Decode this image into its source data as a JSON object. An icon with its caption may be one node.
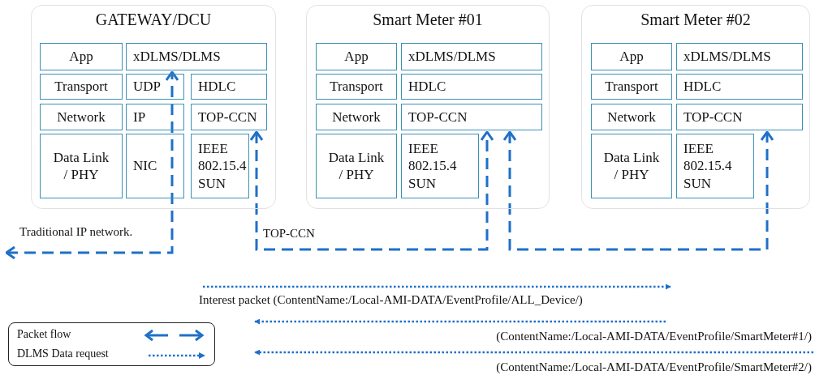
{
  "diagram": {
    "nodes": [
      {
        "text": [
          "GATEWAY/DCU"
        ]
      },
      {
        "text": [
          "App"
        ],
        "in": 0
      },
      {
        "text": [
          "xDLMS/DLMS"
        ],
        "in": 0
      },
      {
        "text": [
          "Transport"
        ],
        "in": 0
      },
      {
        "text": [
          "UDP"
        ],
        "in": 0
      },
      {
        "text": [
          "HDLC"
        ],
        "in": 0
      },
      {
        "text": [
          "Network"
        ],
        "in": 0
      },
      {
        "text": [
          "IP"
        ],
        "in": 0
      },
      {
        "text": [
          "TOP-CCN"
        ],
        "in": 0
      },
      {
        "text": [
          "Data Link / PHY"
        ],
        "in": 0
      },
      {
        "text": [
          "NIC"
        ],
        "in": 0
      },
      {
        "text": [
          "IEEE 802.15.4 SUN"
        ],
        "in": 0
      },
      {
        "text": [
          "Smart Meter #01"
        ]
      },
      {
        "text": [
          "App"
        ],
        "in": 12
      },
      {
        "text": [
          "xDLMS/DLMS"
        ],
        "in": 12
      },
      {
        "text": [
          "Transport"
        ],
        "in": 12
      },
      {
        "text": [
          "HDLC"
        ],
        "in": 12
      },
      {
        "text": [
          "Network"
        ],
        "in": 12
      },
      {
        "text": [
          "TOP-CCN"
        ],
        "in": 12
      },
      {
        "text": [
          "Data Link / PHY"
        ],
        "in": 12
      },
      {
        "text": [
          "IEEE 802.15.4 SUN"
        ],
        "in": 12
      },
      {
        "text": [
          "Smart Meter #02"
        ]
      },
      {
        "text": [
          "App"
        ],
        "in": 21
      },
      {
        "text": [
          "xDLMS/DLMS"
        ],
        "in": 21
      },
      {
        "text": [
          "Transport"
        ],
        "in": 21
      },
      {
        "text": [
          "HDLC"
        ],
        "in": 21
      },
      {
        "text": [
          "Network"
        ],
        "in": 21
      },
      {
        "text": [
          "TOP-CCN"
        ],
        "in": 21
      },
      {
        "text": [
          "Data Link / PHY"
        ],
        "in": 21
      },
      {
        "text": [
          "IEEE 802.15.4 SUN"
        ],
        "in": 21
      }
    ],
    "edges": [
      {
        "from": null,
        "to": 2,
        "arrow": "both",
        "label": "Traditional IP network.",
        "style": "dashed"
      },
      {
        "from": 8,
        "to": 18,
        "arrow": "both",
        "label": "TOP-CCN",
        "style": "dashed"
      },
      {
        "from": 18,
        "to": 27,
        "arrow": "both",
        "style": "dashed"
      }
    ],
    "labels": [
      "Interest packet (ContentName:/Local-AMI-DATA/EventProfile/ALL_Device/)",
      "(ContentName:/Local-AMI-DATA/EventProfile/SmartMeter#1/)",
      "(ContentName:/Local-AMI-DATA/EventProfile/SmartMeter#2/)"
    ],
    "legend": [
      {
        "text": "Packet flow"
      },
      {
        "text": "DLMS Data request"
      }
    ]
  }
}
